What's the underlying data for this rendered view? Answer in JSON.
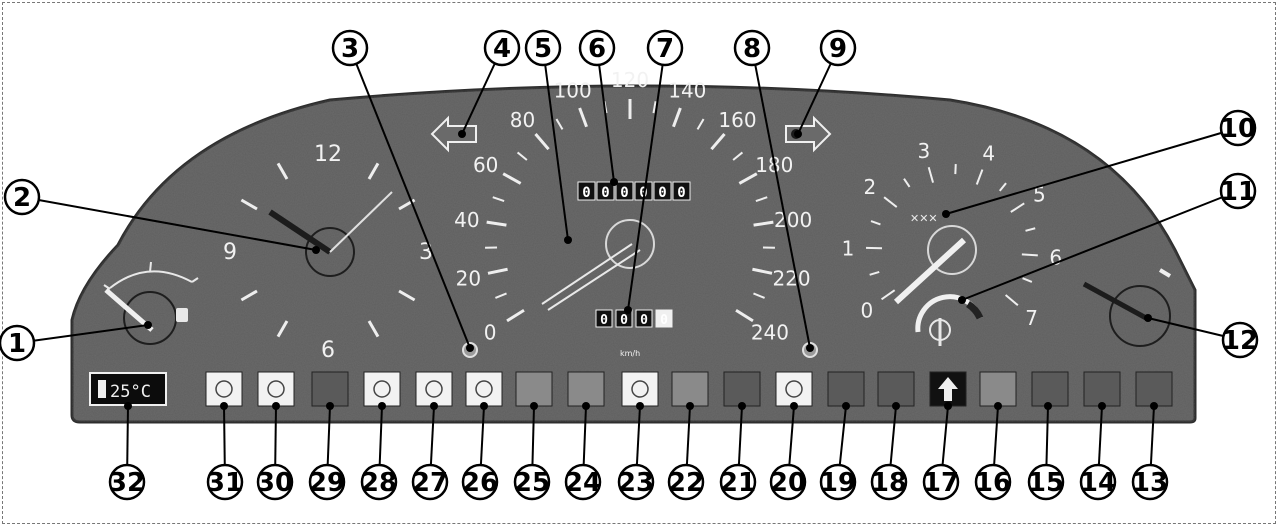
{
  "figure": {
    "callouts": [
      "1",
      "2",
      "3",
      "4",
      "5",
      "6",
      "7",
      "8",
      "9",
      "10",
      "11",
      "12",
      "13",
      "14",
      "15",
      "16",
      "17",
      "18",
      "19",
      "20",
      "21",
      "22",
      "23",
      "24",
      "25",
      "26",
      "27",
      "28",
      "29",
      "30",
      "31",
      "32"
    ],
    "speedometer": {
      "scale_labels": [
        "0",
        "20",
        "40",
        "60",
        "80",
        "100",
        "120",
        "140",
        "160",
        "180",
        "200",
        "220",
        "240"
      ],
      "odometer_digits": [
        "0",
        "0",
        "0",
        "0",
        "0",
        "0"
      ],
      "trip_digits": [
        "0",
        "0",
        "0",
        "0"
      ],
      "unit": "km/h"
    },
    "clock": {
      "scale_labels": [
        "12",
        "3",
        "6",
        "9"
      ]
    },
    "tachometer": {
      "scale_labels": [
        "0",
        "1",
        "2",
        "3",
        "4",
        "5",
        "6",
        "7"
      ]
    },
    "display": {
      "temperature": "25°C"
    }
  }
}
